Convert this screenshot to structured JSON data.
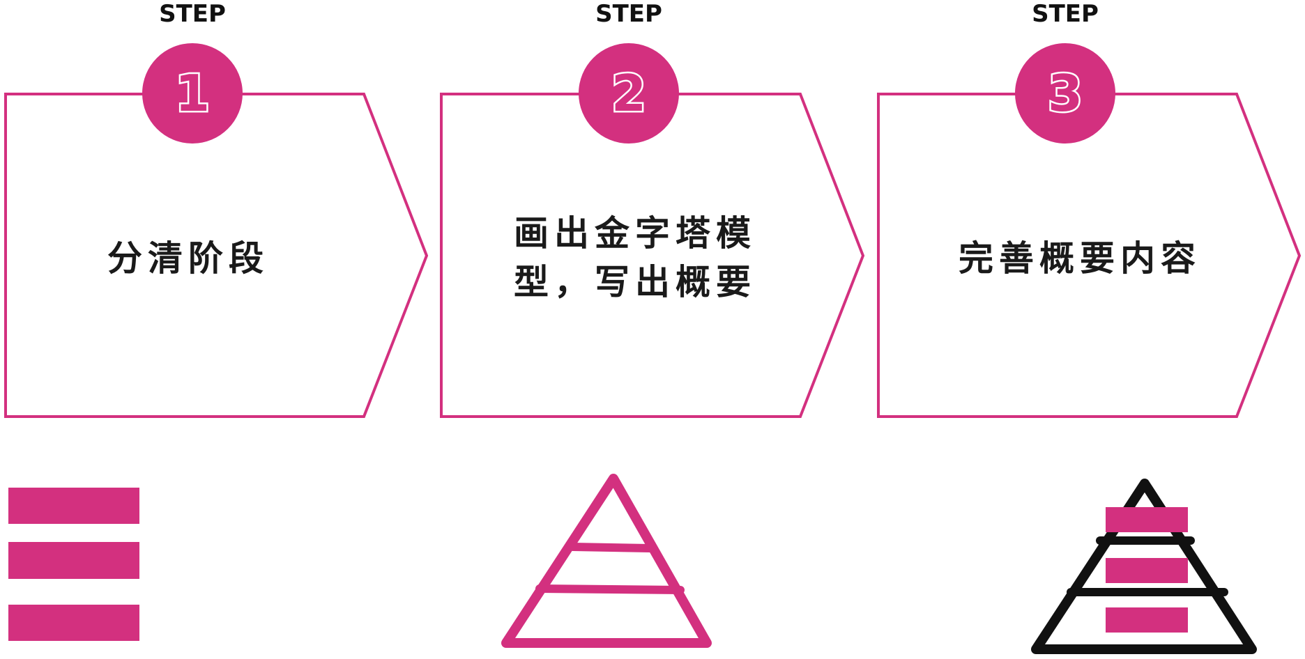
{
  "steps": [
    {
      "label": "STEP",
      "number": "1",
      "text": "分清阶段"
    },
    {
      "label": "STEP",
      "number": "2",
      "text_line1": "画出金字塔模",
      "text_line2": "型，写出概要"
    },
    {
      "label": "STEP",
      "number": "3",
      "text": "完善概要内容"
    }
  ],
  "colors": {
    "accent": "#d3307f",
    "ink": "#111111"
  },
  "icons": [
    "bars-icon",
    "pyramid-icon",
    "pyramid-with-bars-icon"
  ]
}
